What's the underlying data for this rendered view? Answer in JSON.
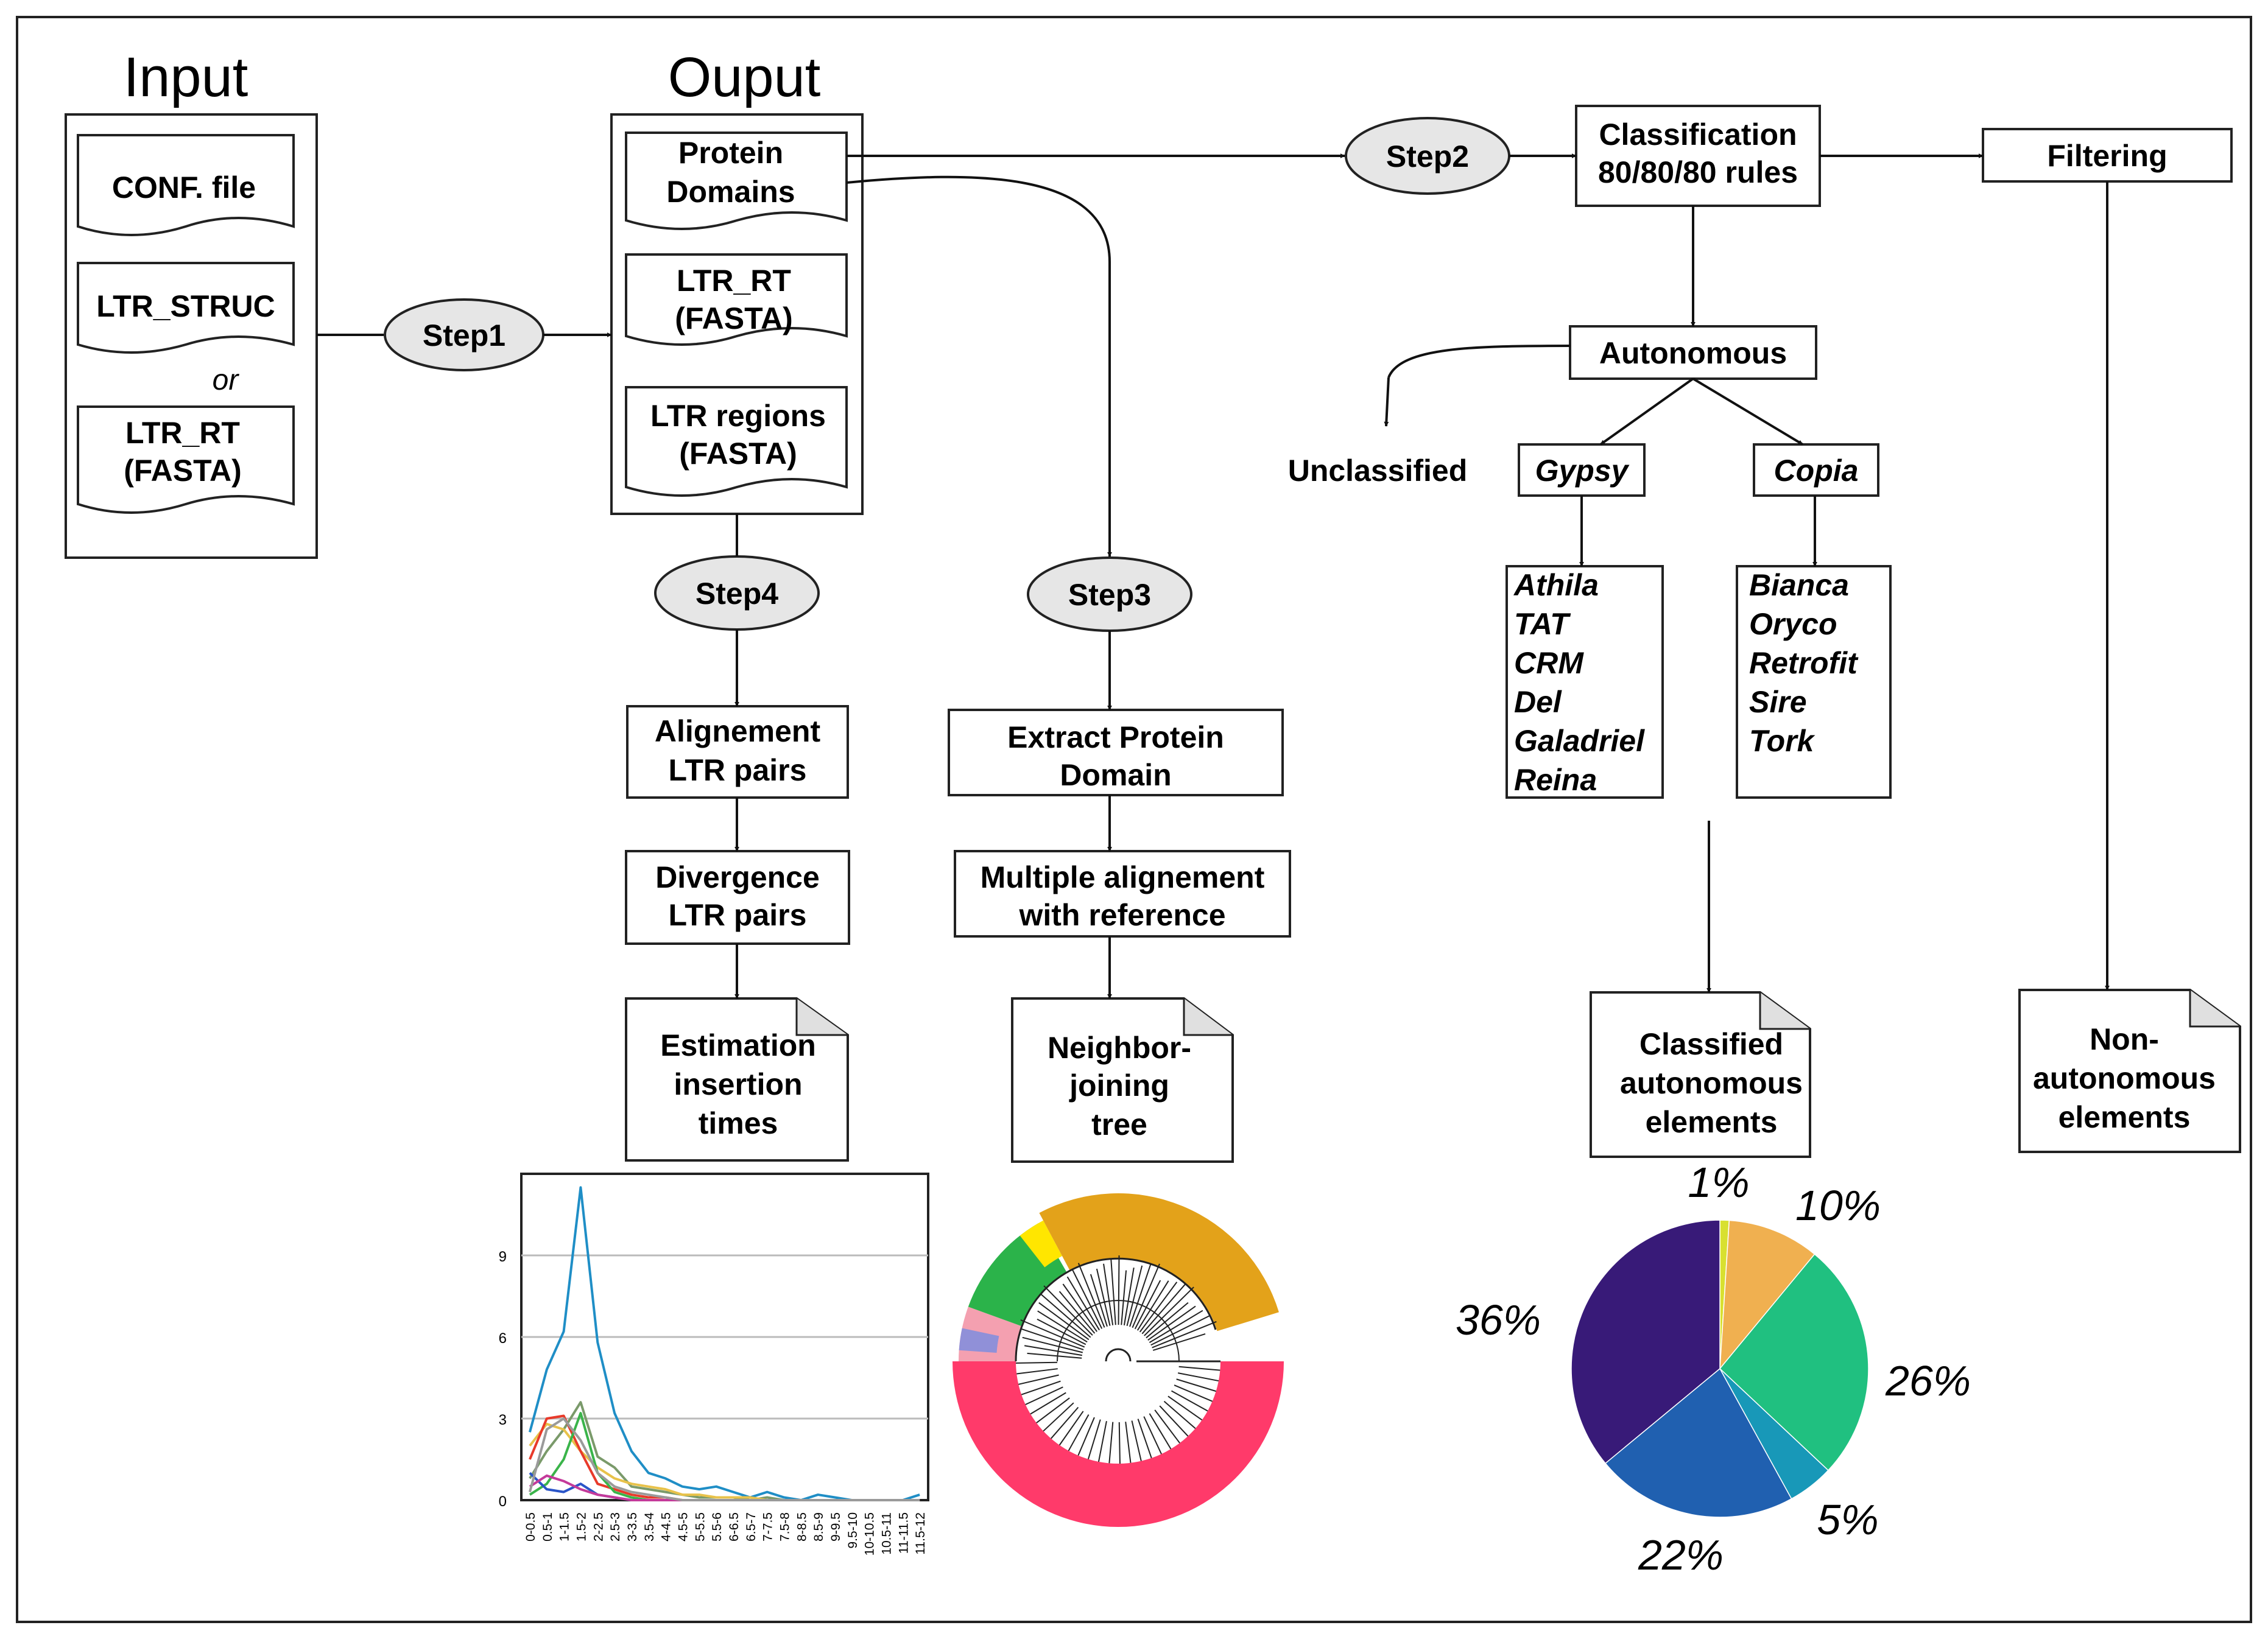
{
  "headings": {
    "input": "Input",
    "output": "Ouput"
  },
  "input_docs": {
    "conf": "CONF. file",
    "ltr_struc": "LTR_STRUC",
    "or": "or",
    "ltr_rt_1": "LTR_RT",
    "ltr_rt_2": "(FASTA)"
  },
  "output_docs": {
    "protein_1": "Protein",
    "protein_2": "Domains",
    "ltr_rt_1": "LTR_RT",
    "ltr_rt_2": "(FASTA)",
    "regions_1": "LTR regions",
    "regions_2": "(FASTA)"
  },
  "steps": {
    "step1": "Step1",
    "step2": "Step2",
    "step3": "Step3",
    "step4": "Step4"
  },
  "boxes": {
    "classification_1": "Classification",
    "classification_2": "80/80/80 rules",
    "filtering": "Filtering",
    "autonomous": "Autonomous",
    "unclassified": "Unclassified",
    "gypsy": "Gypsy",
    "copia": "Copia",
    "gypsy_list": [
      "Athila",
      "TAT",
      "CRM",
      "Del",
      "Galadriel",
      "Reina"
    ],
    "copia_list": [
      "Bianca",
      "Oryco",
      "Retrofit",
      "Sire",
      "Tork"
    ],
    "align_1": "Alignement",
    "align_2": "LTR pairs",
    "diverg_1": "Divergence",
    "diverg_2": "LTR pairs",
    "estim_1": "Estimation",
    "estim_2": "insertion",
    "estim_3": "times",
    "extract_1": "Extract Protein",
    "extract_2": "Domain",
    "multi_1": "Multiple alignement",
    "multi_2": "with reference",
    "nj_1": "Neighbor-",
    "nj_2": "joining",
    "nj_3": "tree",
    "classified_1": "Classified",
    "classified_2": "autonomous",
    "classified_3": "elements",
    "nonauto_1": "Non-",
    "nonauto_2": "autonomous",
    "nonauto_3": "elements"
  },
  "chart_data": [
    {
      "type": "line",
      "title": "",
      "xlabel": "",
      "ylabel": "",
      "yticks": [
        0,
        3,
        6,
        9
      ],
      "ylim": [
        0,
        12
      ],
      "grid": true,
      "categories": [
        "0-0.5",
        "0.5-1",
        "1-1.5",
        "1.5-2",
        "2-2.5",
        "2.5-3",
        "3-3.5",
        "3.5-4",
        "4-4.5",
        "4.5-5",
        "5-5.5",
        "5.5-6",
        "6-6.5",
        "6.5-7",
        "7-7.5",
        "7.5-8",
        "8-8.5",
        "8.5-9",
        "9-9.5",
        "9.5-10",
        "10-10.5",
        "10.5-11",
        "11-11.5",
        "11.5-12"
      ],
      "series": [
        {
          "color": "#1f8ec6",
          "values": [
            2.5,
            4.8,
            6.2,
            11.5,
            5.8,
            3.2,
            1.8,
            1.0,
            0.8,
            0.5,
            0.4,
            0.5,
            0.3,
            0.1,
            0.3,
            0.1,
            0,
            0.2,
            0.1,
            0,
            0,
            0,
            0,
            0.2
          ]
        },
        {
          "color": "#7a9a6a",
          "values": [
            0.8,
            1.8,
            2.6,
            3.6,
            1.6,
            1.2,
            0.5,
            0.4,
            0.3,
            0.2,
            0.1,
            0.1,
            0.1,
            0,
            0.1,
            0,
            0,
            0,
            0,
            0,
            0,
            0,
            0,
            0
          ]
        },
        {
          "color": "#e8c24a",
          "values": [
            2.0,
            2.8,
            2.6,
            1.8,
            1.2,
            0.8,
            0.6,
            0.5,
            0.4,
            0.2,
            0.2,
            0.1,
            0.1,
            0.1,
            0,
            0,
            0,
            0,
            0,
            0,
            0,
            0,
            0,
            0
          ]
        },
        {
          "color": "#e83a2a",
          "values": [
            1.5,
            3.0,
            3.1,
            1.8,
            0.6,
            0.4,
            0.2,
            0.1,
            0.1,
            0,
            0,
            0,
            0,
            0,
            0,
            0,
            0,
            0,
            0,
            0,
            0,
            0,
            0,
            0
          ]
        },
        {
          "color": "#3ab44a",
          "values": [
            0.2,
            0.6,
            1.5,
            3.2,
            1.0,
            0.3,
            0.1,
            0,
            0,
            0,
            0,
            0,
            0,
            0,
            0,
            0,
            0,
            0,
            0,
            0,
            0,
            0,
            0,
            0
          ]
        },
        {
          "color": "#2a55c8",
          "values": [
            1.0,
            0.4,
            0.3,
            0.6,
            0.2,
            0.1,
            0,
            0,
            0,
            0,
            0,
            0,
            0,
            0,
            0,
            0,
            0,
            0,
            0,
            0,
            0,
            0,
            0,
            0
          ]
        },
        {
          "color": "#c43a9a",
          "values": [
            0.5,
            0.9,
            0.7,
            0.4,
            0.2,
            0.1,
            0,
            0,
            0,
            0,
            0,
            0,
            0,
            0,
            0,
            0,
            0,
            0,
            0,
            0,
            0,
            0,
            0,
            0
          ]
        },
        {
          "color": "#9a9a9a",
          "values": [
            0.3,
            2.6,
            3.0,
            2.2,
            1.0,
            0.5,
            0.3,
            0.2,
            0.1,
            0,
            0,
            0,
            0,
            0,
            0,
            0,
            0,
            0,
            0,
            0,
            0,
            0,
            0,
            0
          ]
        }
      ]
    },
    {
      "type": "pie",
      "title": "",
      "labels": [
        "1%",
        "10%",
        "26%",
        "5%",
        "22%",
        "36%"
      ],
      "values": [
        1,
        10,
        26,
        5,
        22,
        36
      ],
      "colors": [
        "#d8e030",
        "#f0b050",
        "#20c080",
        "#1898b8",
        "#2060b0",
        "#381a78"
      ]
    }
  ],
  "tree_colors": [
    "#e3a21a",
    "#2bb34a",
    "#ffe600",
    "#ff3a6a",
    "#f4a0b0",
    "#9090d8",
    "#c0c0c0"
  ]
}
